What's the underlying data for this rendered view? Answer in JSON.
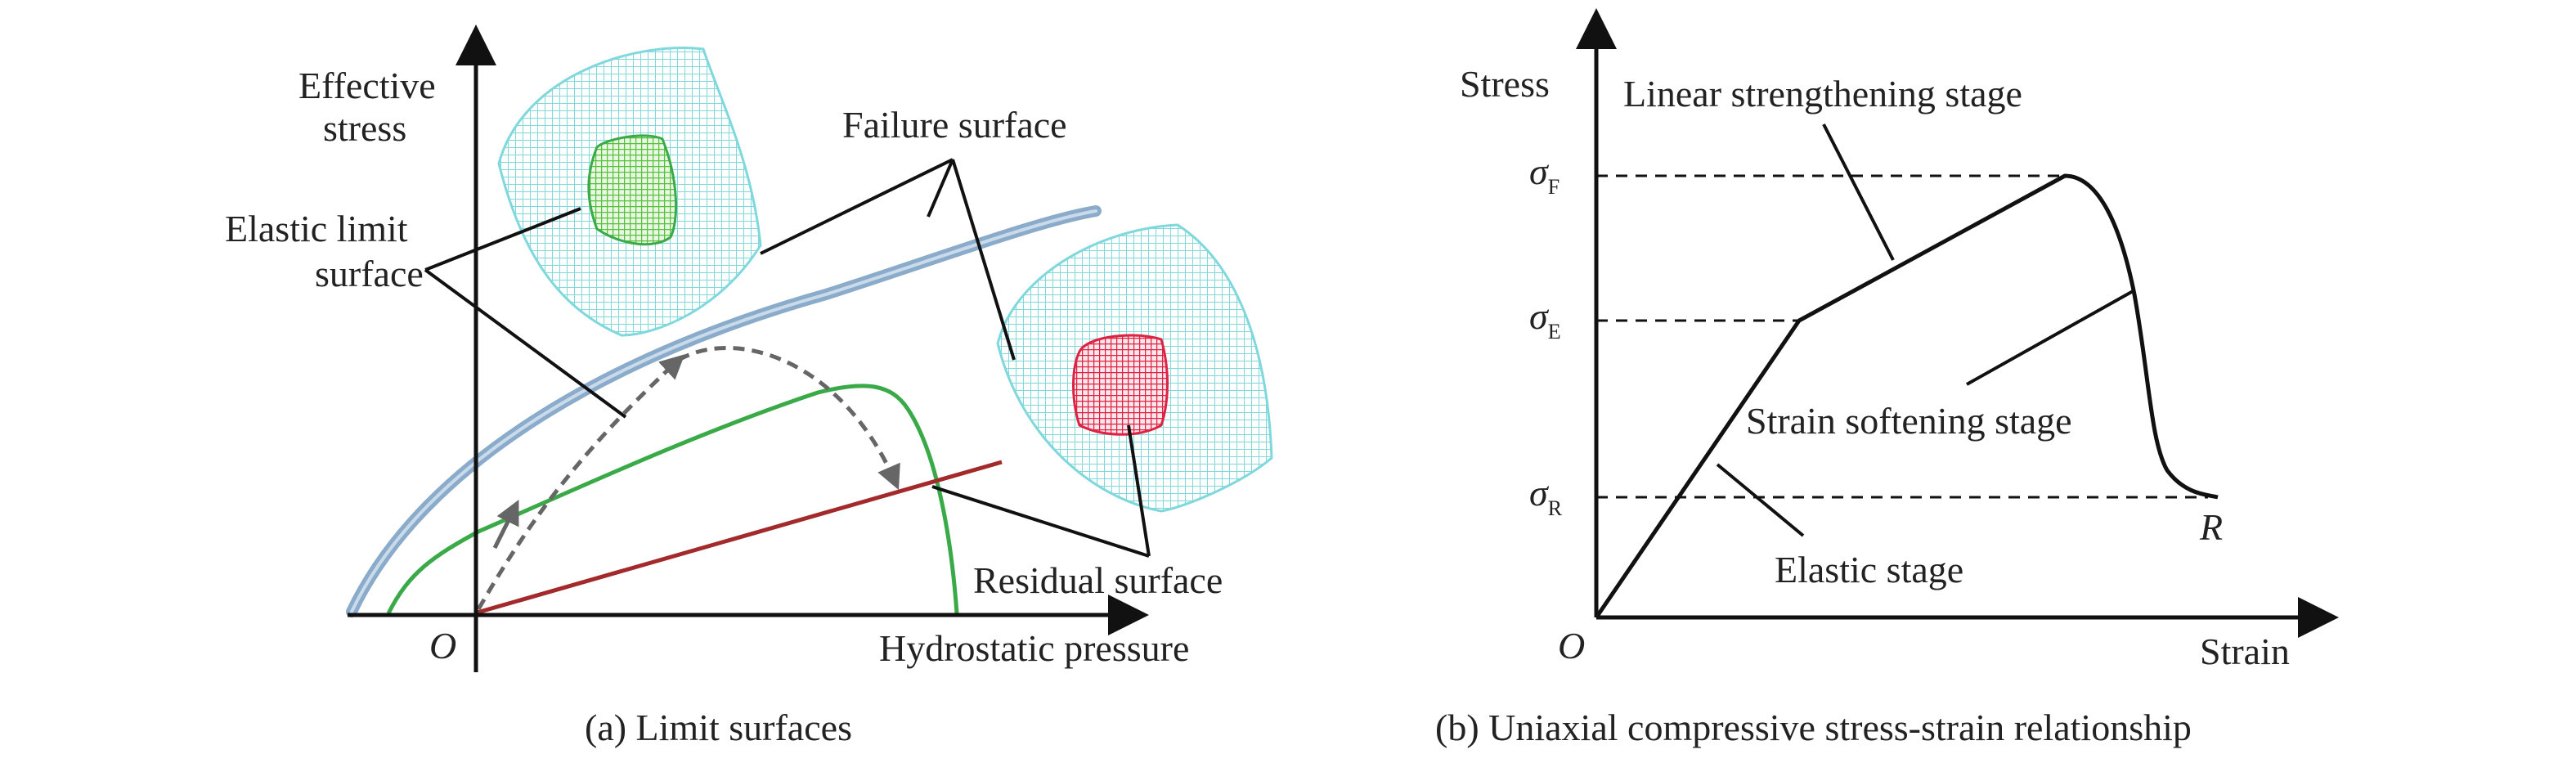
{
  "panel_a": {
    "caption": "(a) Limit surfaces",
    "y_axis_label_line1": "Effective",
    "y_axis_label_line2": "stress",
    "x_axis_label": "Hydrostatic pressure",
    "origin_label": "O",
    "failure_surface_label": "Failure surface",
    "elastic_limit_label_line1": "Elastic limit",
    "elastic_limit_label_line2": "surface",
    "residual_surface_label": "Residual surface",
    "colors": {
      "failure_curve": "#7da2c4",
      "elastic_curve": "#3aaa48",
      "residual_line": "#a32a2a",
      "outer_mesh": "#7fd8dc",
      "inner_mesh_elastic": "#55c23a",
      "inner_mesh_residual": "#dd2244",
      "dashed_path": "#666666"
    }
  },
  "panel_b": {
    "caption": "(b) Uniaxial compressive stress-strain relationship",
    "y_axis_label": "Stress",
    "x_axis_label": "Strain",
    "origin_label": "O",
    "sigma_symbol": "σ",
    "sigma_f_sub": "F",
    "sigma_e_sub": "E",
    "sigma_r_sub": "R",
    "point_r_label": "R",
    "linear_stage_label": "Linear strengthening stage",
    "softening_stage_label": "Strain softening stage",
    "elastic_stage_label": "Elastic stage"
  }
}
